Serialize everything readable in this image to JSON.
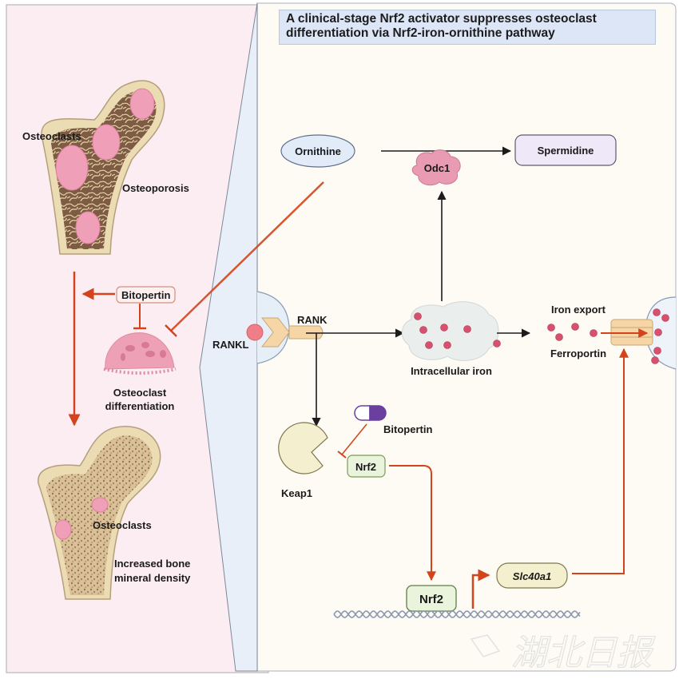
{
  "title": {
    "line1": "A clinical-stage Nrf2 activator suppresses osteoclast",
    "line2": "differentiation via Nrf2-iron-ornithine pathway"
  },
  "left_panel": {
    "top_bone": {
      "osteoclasts_label": "Osteoclasts",
      "condition_label": "Osteoporosis"
    },
    "drug_label": "Bitopertin",
    "cell_label_line1": "Osteoclast",
    "cell_label_line2": "differentiation",
    "bottom_bone": {
      "osteoclasts_label": "Osteoclasts",
      "outcome_line1": "Increased bone",
      "outcome_line2": "mineral density"
    }
  },
  "pathway": {
    "ornithine": "Ornithine",
    "spermidine": "Spermidine",
    "odc1": "Odc1",
    "rankl": "RANKL",
    "rank": "RANK",
    "intracellular_iron": "Intracellular iron",
    "iron_export": "Iron export",
    "ferroportin": "Ferroportin",
    "keap1": "Keap1",
    "bitopertin": "Bitopertin",
    "nrf2_cytoplasm": "Nrf2",
    "nrf2_nucleus": "Nrf2",
    "slc40a1": "Slc40a1"
  },
  "colors": {
    "activation_arrow": "#d4441c",
    "left_panel_bg": "#fcedf3",
    "right_panel_bg": "#fdfbf3",
    "cell_membrane_bg": "#e6eef8",
    "iron_dot": "#d8506e",
    "osteoclast_pink": "#ef9fb8"
  },
  "watermark": "湖北日报"
}
